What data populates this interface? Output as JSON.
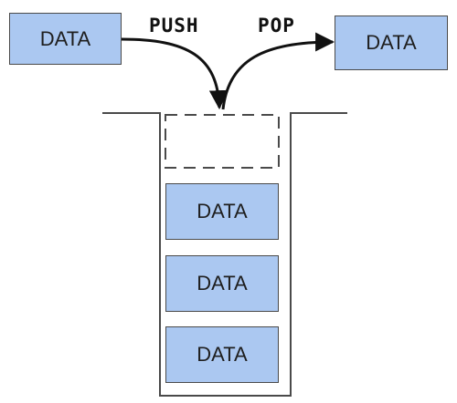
{
  "diagram": {
    "push_source": {
      "label": "DATA"
    },
    "pop_target": {
      "label": "DATA"
    },
    "push_label": "PUSH",
    "pop_label": "POP",
    "stack_items": [
      {
        "label": "DATA"
      },
      {
        "label": "DATA"
      },
      {
        "label": "DATA"
      }
    ],
    "colors": {
      "box_fill": "#abc8f1",
      "outline": "#4a4a4a"
    }
  }
}
